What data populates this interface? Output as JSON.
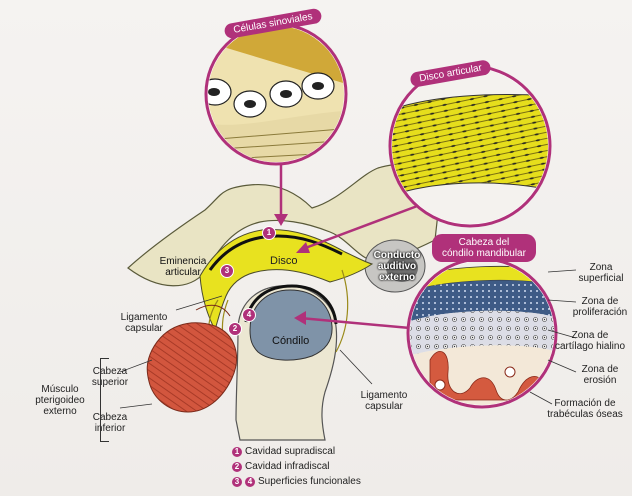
{
  "callouts": {
    "sinovial": "Células sinoviales",
    "disco": "Disco articular",
    "cabeza_line1": "Cabeza del",
    "cabeza_line2": "cóndilo mandibular"
  },
  "labels": {
    "eminencia_1": "Eminencia",
    "eminencia_2": "articular",
    "disco": "Disco",
    "conducto_1": "Conducto",
    "conducto_2": "auditivo",
    "conducto_3": "externo",
    "condilo": "Cóndilo",
    "lig_cap_left_1": "Ligamento",
    "lig_cap_left_2": "capsular",
    "lig_cap_bottom_1": "Ligamento",
    "lig_cap_bottom_2": "capsular",
    "cabeza_sup_1": "Cabeza",
    "cabeza_sup_2": "superior",
    "cabeza_inf_1": "Cabeza",
    "cabeza_inf_2": "inferior",
    "musculo_1": "Músculo",
    "musculo_2": "pterigoideo",
    "musculo_3": "externo"
  },
  "zones": {
    "superficial_1": "Zona",
    "superficial_2": "superficial",
    "proliferacion_1": "Zona de",
    "proliferacion_2": "proliferación",
    "cartilago_1": "Zona de",
    "cartilago_2": "cartílago hialino",
    "erosion_1": "Zona de",
    "erosion_2": "erosión",
    "trabeculas_1": "Formación de",
    "trabeculas_2": "trabéculas óseas"
  },
  "badges": [
    "1",
    "3",
    "2",
    "4"
  ],
  "legend": [
    {
      "nums": [
        "1"
      ],
      "text": "Cavidad supradiscal"
    },
    {
      "nums": [
        "2"
      ],
      "text": "Cavidad infradiscal"
    },
    {
      "nums": [
        "3",
        "4"
      ],
      "text": "Superficies funcionales"
    }
  ],
  "colors": {
    "accent": "#b0317a",
    "bone": "#e9e4c4",
    "disc": "#e8e21f",
    "condyle": "#7f93a8",
    "muscle": "#d2563e"
  }
}
